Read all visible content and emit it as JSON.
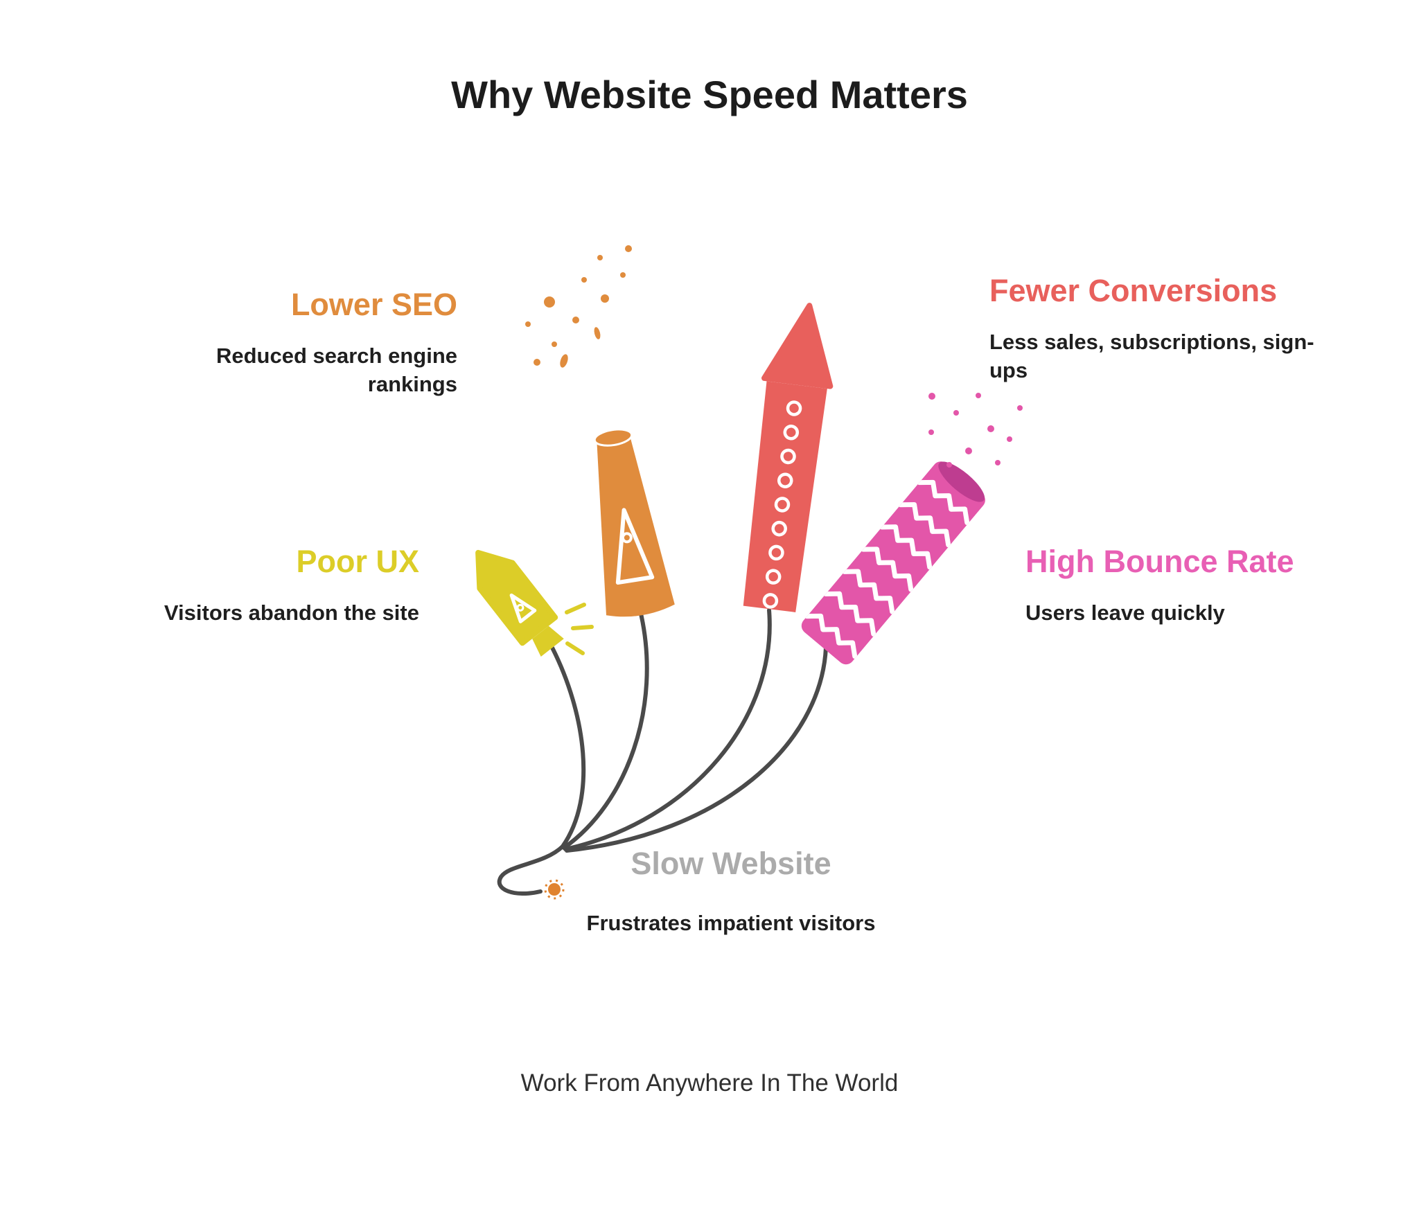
{
  "title": "Why Website Speed Matters",
  "items": [
    {
      "label": "Lower SEO",
      "description": "Reduced search engine rankings",
      "color": "#E08C3D",
      "icon": "cone-firework-icon"
    },
    {
      "label": "Poor UX",
      "description": "Visitors abandon the site",
      "color": "#DCCD28",
      "icon": "small-rocket-icon"
    },
    {
      "label": "Fewer Conversions",
      "description": "Less sales, subscriptions, sign-ups",
      "color": "#E8605C",
      "icon": "tall-rocket-icon"
    },
    {
      "label": "High Bounce Rate",
      "description": "Users leave quickly",
      "color": "#E85FB4",
      "icon": "firecracker-icon"
    }
  ],
  "center": {
    "label": "Slow Website",
    "description": "Frustrates impatient visitors",
    "color": "#ABABAB"
  },
  "footer": "Work From Anywhere In The World",
  "colors": {
    "background": "#FFFFFF",
    "title_text": "#1C1C1C",
    "body_text": "#1F1F1F",
    "fuse_line": "#4A4A4A",
    "spark_dot": "#E0832F",
    "pink_opening": "#BE3D90"
  },
  "icons": [
    "small-rocket-icon",
    "cone-firework-icon",
    "tall-rocket-icon",
    "firecracker-icon",
    "fuse-lines",
    "spark-icon"
  ]
}
